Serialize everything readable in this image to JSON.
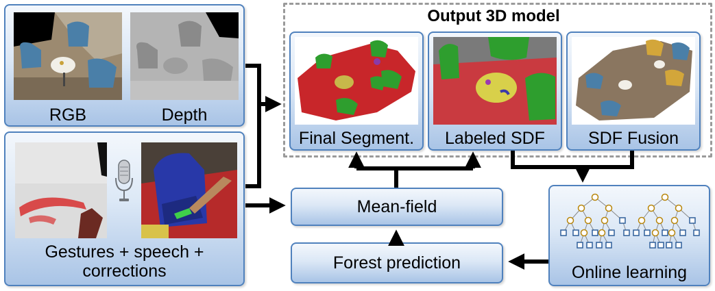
{
  "input_panels": {
    "rgb_label": "RGB",
    "depth_label": "Depth",
    "user_input_label_line1": "Gestures + speech +",
    "user_input_label_line2": "corrections"
  },
  "output": {
    "title": "Output 3D model",
    "final_segment_label": "Final Segment.",
    "labeled_sdf_label": "Labeled SDF",
    "sdf_fusion_label": "SDF Fusion"
  },
  "processing": {
    "mean_field_label": "Mean-field",
    "forest_prediction_label": "Forest prediction",
    "online_learning_label": "Online learning"
  },
  "colors": {
    "box_border": "#4f81bd",
    "arrow": "#000000",
    "segment_red": "#c8262a",
    "chair_green": "#2e9e2e",
    "chair_blue": "#4a7fa8",
    "tree_node": "#b8860b",
    "leaf_node": "#2f5f9a"
  }
}
